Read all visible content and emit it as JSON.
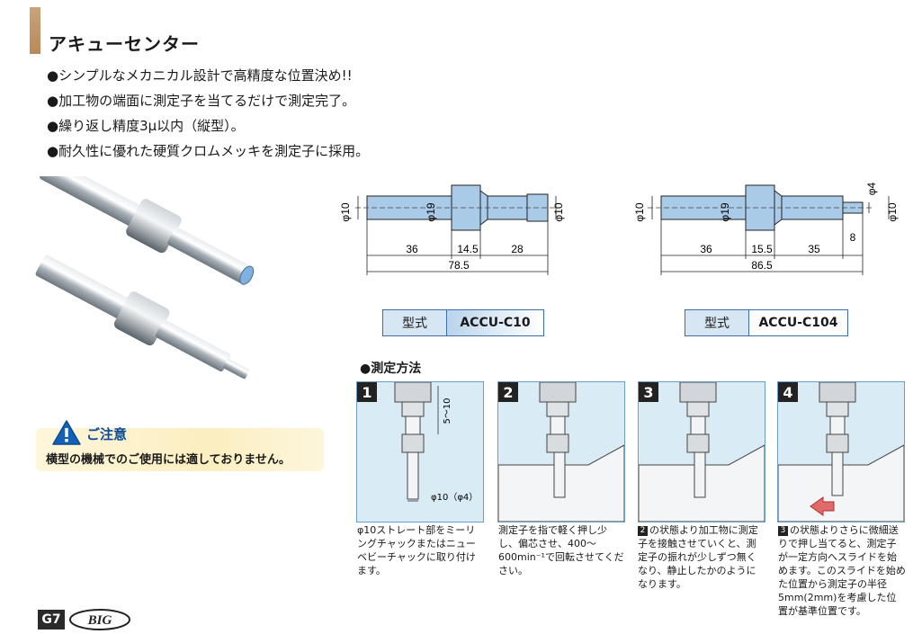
{
  "title": "アキューセンター",
  "bullets": [
    "●シンプルなメカニカル設計で高精度な位置決め!!",
    "●加工物の端面に測定子を当てるだけで測定完了。",
    "●繰り返し精度3μ以内（縦型）。",
    "●耐久性に優れた硬質クロムメッキを測定子に採用。"
  ],
  "caution": {
    "title": "ご注意",
    "text": "横型の機械でのご使用には適しておりません。"
  },
  "drawing1": {
    "dia_left": "φ10",
    "dia_mid": "φ19",
    "dia_right": "φ10",
    "dim_a": "36",
    "dim_b": "14.5",
    "dim_c": "28",
    "total": "78.5"
  },
  "drawing2": {
    "dia_left": "φ10",
    "dia_mid": "φ19",
    "dia_tip": "φ4",
    "dia_right": "φ10",
    "dim_a": "36",
    "dim_b": "15.5",
    "dim_c": "35",
    "dim_d": "8",
    "total": "86.5"
  },
  "models": [
    {
      "label": "型式",
      "value": "ACCU-C10"
    },
    {
      "label": "型式",
      "value": "ACCU-C104"
    }
  ],
  "method_title": "●測定方法",
  "steps": [
    {
      "num": "1",
      "anno_a": "5～10",
      "anno_b": "φ10（φ4）",
      "desc": "φ10ストレート部をミーリングチャックまたはニューベビーチャックに取り付けます。"
    },
    {
      "num": "2",
      "desc": "測定子を指で軽く押し少し、偏芯させ、400～600min⁻¹で回転させてください。"
    },
    {
      "num": "3",
      "ref": "2",
      "desc": "の状態より加工物に測定子を接触させていくと、測定子の振れが少しずつ無くなり、静止したかのようになります。"
    },
    {
      "num": "4",
      "ref": "3",
      "desc": "の状態よりさらに微細送りで押し当てると、測定子が一定方向へスライドを始めます。このスライドを始めた位置から測定子の半径5mm(2mm)を考慮した位置が基準位置です。"
    }
  ],
  "footer": {
    "page": "G7",
    "brand": "BIG"
  }
}
